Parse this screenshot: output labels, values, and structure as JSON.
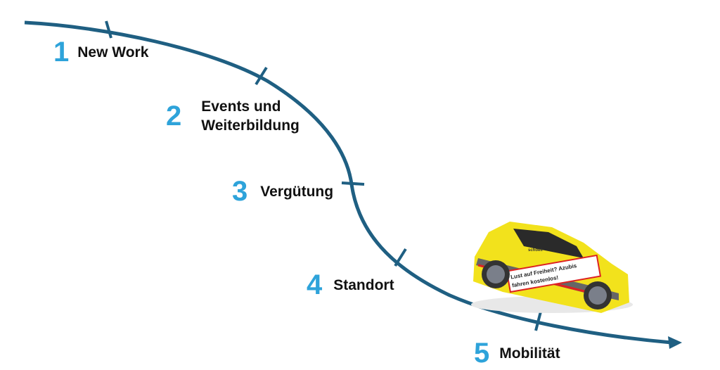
{
  "colors": {
    "curve": "#1f5f82",
    "number": "#2ea3da",
    "car": "#f2e21c"
  },
  "steps": [
    {
      "number": "1",
      "label": "New Work"
    },
    {
      "number": "2",
      "label_line1": "Events und",
      "label_line2": "Weiterbildung"
    },
    {
      "number": "3",
      "label": "Vergütung"
    },
    {
      "number": "4",
      "label": "Standort"
    },
    {
      "number": "5",
      "label": "Mobilität"
    }
  ],
  "car": {
    "slogan_line1": "Lust auf Freiheit? Azubis",
    "slogan_line2": "fahren kostenlos!",
    "brand": "schoell"
  }
}
